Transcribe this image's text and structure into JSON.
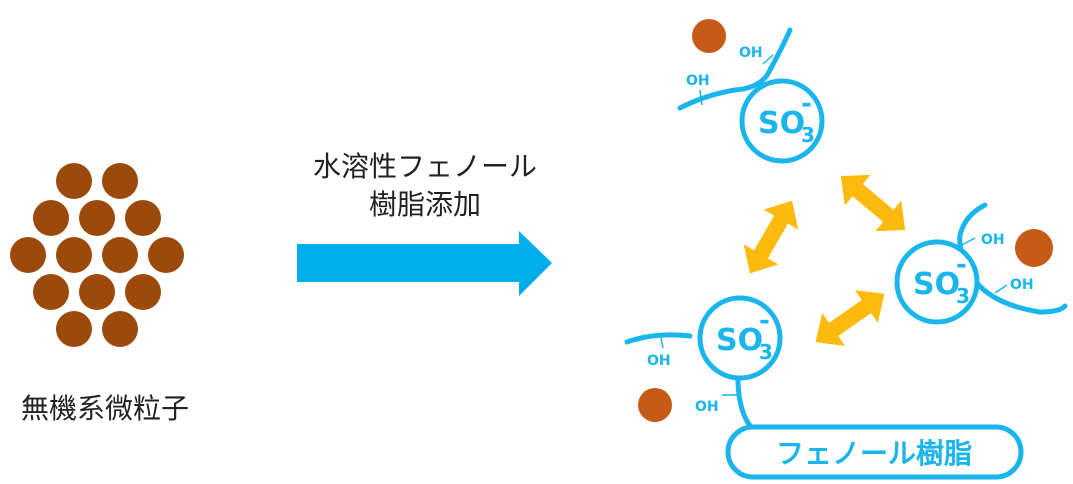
{
  "colors": {
    "particle": "#9c4a0c",
    "particle_small": "#c65a17",
    "resin_line": "#19b5ec",
    "arrow_main": "#00aeeb",
    "interaction": "#fcba0e",
    "text": "#222222"
  },
  "inorganic_particles": {
    "label": "無機系微粒子",
    "rows": [
      2,
      3,
      4,
      3,
      2
    ]
  },
  "process": {
    "line1": "水溶性フェノール",
    "line2": "樹脂添加",
    "arrow_icon": "right-arrow-icon"
  },
  "resin": {
    "label": "フェノール樹脂",
    "sulfonate": {
      "main": "SO",
      "subscript": "3",
      "charge": "-"
    },
    "hydroxyl": "OH"
  },
  "interaction_icon": "double-headed-arrow-icon"
}
